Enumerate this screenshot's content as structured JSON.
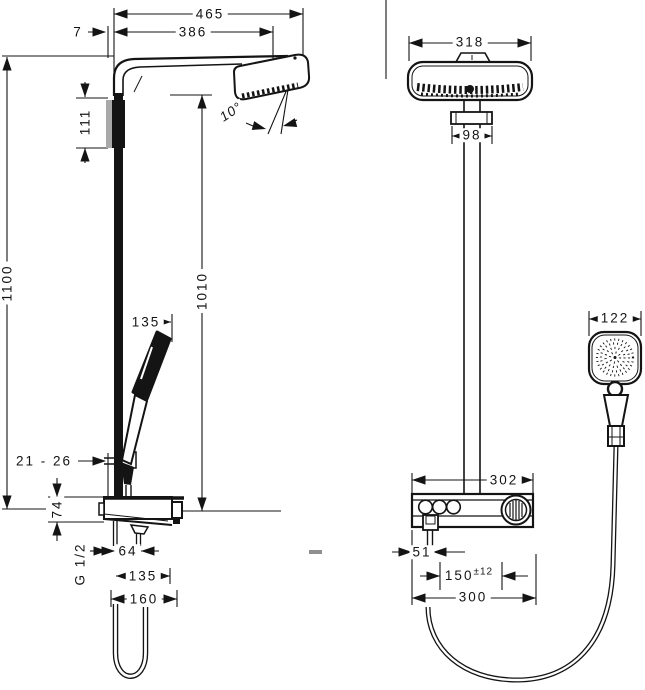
{
  "labels": {
    "overall_width": "465",
    "arm_projection": "386",
    "wall_offset": "7",
    "bracket_height": "111",
    "total_height": "1100",
    "head_height": "1010",
    "head_angle": "10°",
    "handshower_length": "135",
    "wall_distance_range": "21 - 26",
    "shelf_thickness": "74",
    "thread_size": "G 1/2",
    "inlet_spacing": "64",
    "shelf_depth": "135",
    "shelf_depth_overall": "160",
    "overhead_width": "318",
    "ceiling_bracket_width": "98",
    "handshower_head_width": "122",
    "shelf_width_top": "302",
    "outlet_offset": "51",
    "inlet_center_distance": "150",
    "inlet_center_tolerance": "±12",
    "shelf_width_bottom": "300"
  },
  "colors": {
    "line": "#141414",
    "background": "#ffffff",
    "wall_plate": "#a9a9a9",
    "divider_dash": "#8f8f8f"
  }
}
